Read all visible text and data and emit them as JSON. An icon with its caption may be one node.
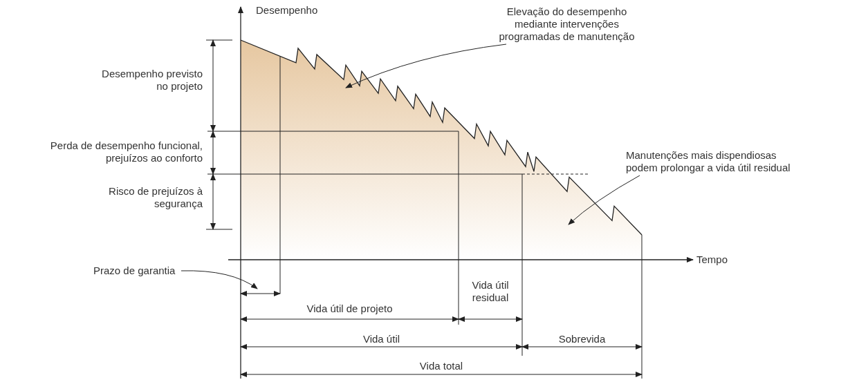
{
  "diagram": {
    "nodes": [
      {
        "text": [
          "Elevação do desempenho mediante intervenções programadas de manutenção"
        ]
      },
      {
        "text": [
          "Manutenções mais dispendiosas podem prolongar a vida útil residual"
        ]
      },
      {
        "text": [
          "Prazo de garantia"
        ]
      }
    ],
    "edges": [
      {
        "from": 0,
        "to": null,
        "arrow": "to"
      },
      {
        "from": 1,
        "to": null,
        "arrow": "to"
      },
      {
        "from": 2,
        "to": null,
        "arrow": "to"
      }
    ],
    "labels": [
      "Desempenho",
      "Tempo",
      "Desempenho previsto no projeto",
      "Perda de desempenho funcional, prejuízos ao conforto",
      "Risco de prejuízos à segurança",
      "Vida útil de projeto",
      "Vida útil residual",
      "Vida útil",
      "Sobrevida",
      "Vida total"
    ]
  }
}
